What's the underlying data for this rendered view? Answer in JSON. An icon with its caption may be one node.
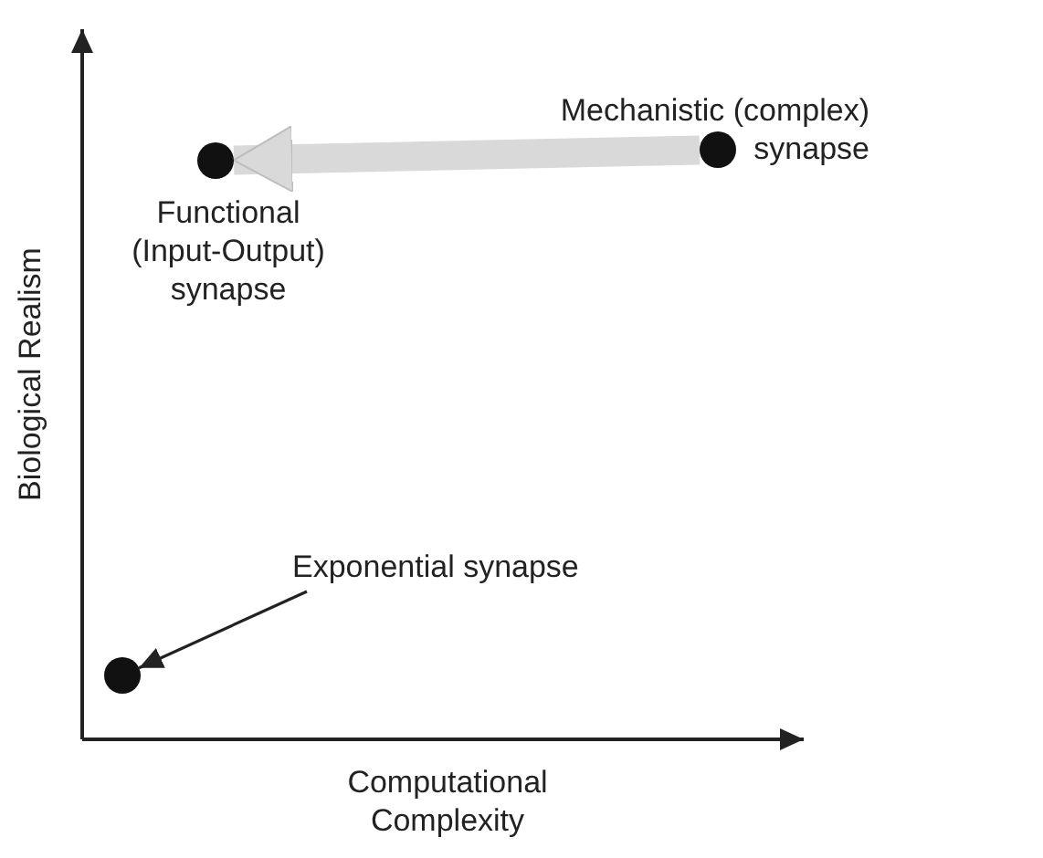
{
  "diagram": {
    "nodes": [
      {
        "text": [],
        "shape": "circle",
        "beside": [
          "Functional (Input-Output) synapse"
        ]
      },
      {
        "text": [],
        "shape": "circle",
        "beside": [
          "Mechanistic (complex) synapse"
        ]
      },
      {
        "text": [
          "Exponential synapse"
        ]
      },
      {
        "text": [],
        "shape": "circle"
      }
    ],
    "edges": [
      {
        "from": 1,
        "to": 0,
        "arrow": "to",
        "style": "thick",
        "color": "#d9d9d9"
      },
      {
        "from": 2,
        "to": 3,
        "arrow": "to",
        "color": "#222222"
      }
    ],
    "labels": [
      "Biological Realism",
      "Computational Complexity"
    ]
  }
}
